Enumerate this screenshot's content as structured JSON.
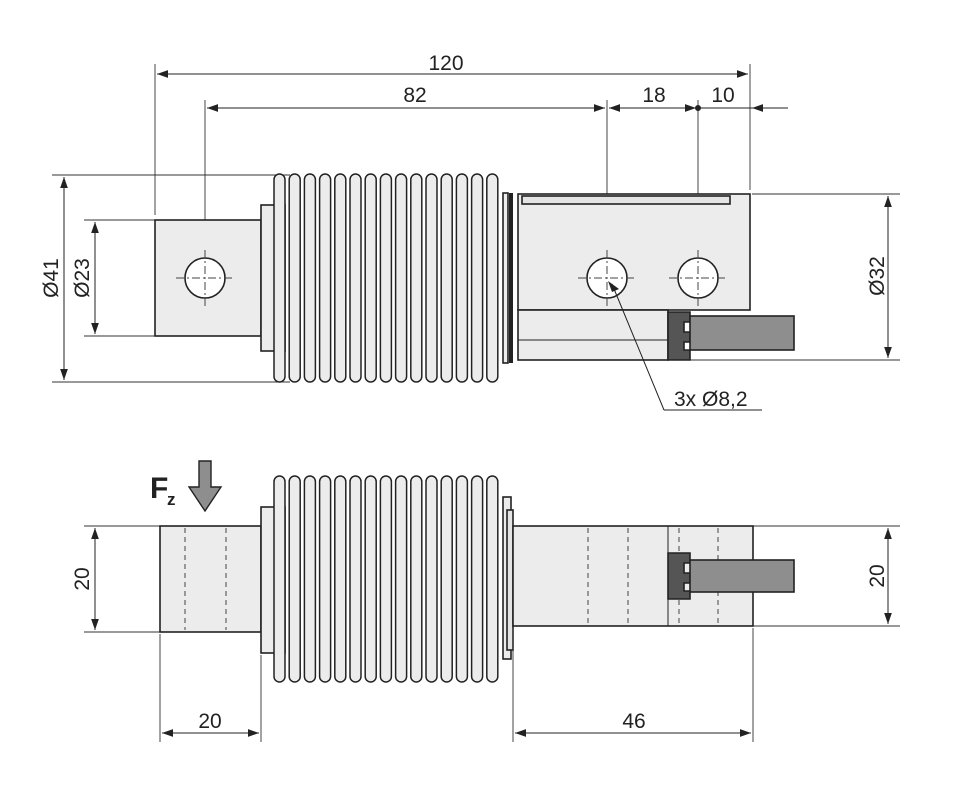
{
  "dimensions": {
    "overall_length": "120",
    "hole_spacing": "82",
    "hole_pitch": "18",
    "hole_to_end": "10",
    "outer_diameter": "Ø41",
    "bellows_diameter": "Ø23",
    "flange_diameter": "Ø32",
    "hole_callout": "3x Ø8,2",
    "height_left": "20",
    "height_right": "20",
    "left_block_width": "20",
    "right_block_width": "46"
  },
  "force_label": {
    "symbol": "F",
    "subscript": "z"
  },
  "colors": {
    "line": "#222222",
    "body_fill": "#ececec",
    "cable": "#8e8e8e",
    "gland": "#555555"
  }
}
